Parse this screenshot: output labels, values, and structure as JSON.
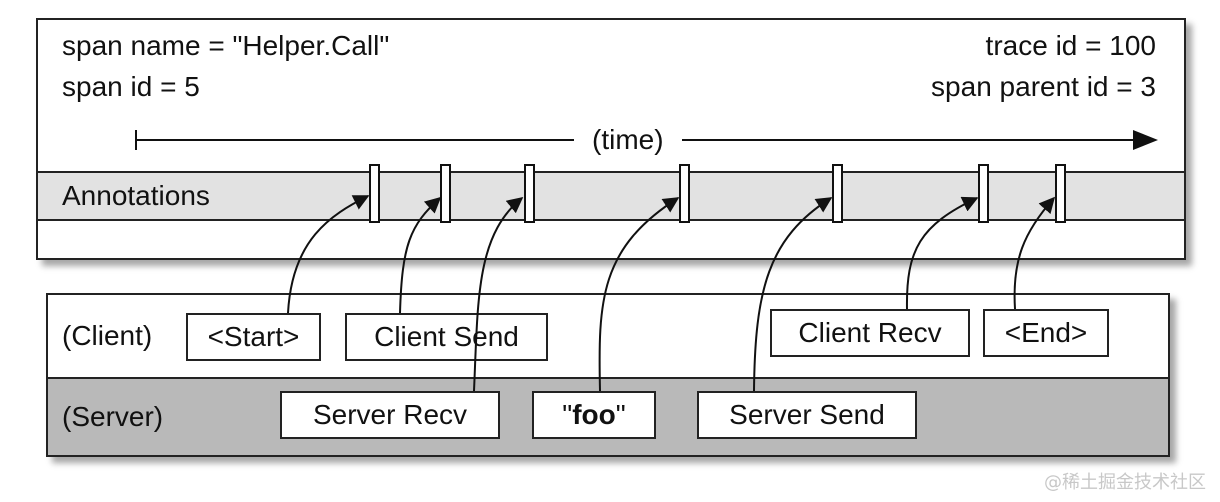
{
  "span": {
    "name_text": "span name = \"Helper.Call\"",
    "id_text": "span id = 5",
    "trace_id_text": "trace id = 100",
    "parent_id_text": "span parent id = 3",
    "time_label": "(time)",
    "annotations_label": "Annotations"
  },
  "lanes": {
    "client_label": "(Client)",
    "server_label": "(Server)"
  },
  "events": {
    "start": "<Start>",
    "client_send": "Client Send",
    "server_recv": "Server Recv",
    "foo_quote_open": "\"",
    "foo": "foo",
    "foo_quote_close": "\"",
    "server_send": "Server Send",
    "client_recv": "Client Recv",
    "end": "<End>"
  },
  "watermark": "@稀土掘金技术社区"
}
